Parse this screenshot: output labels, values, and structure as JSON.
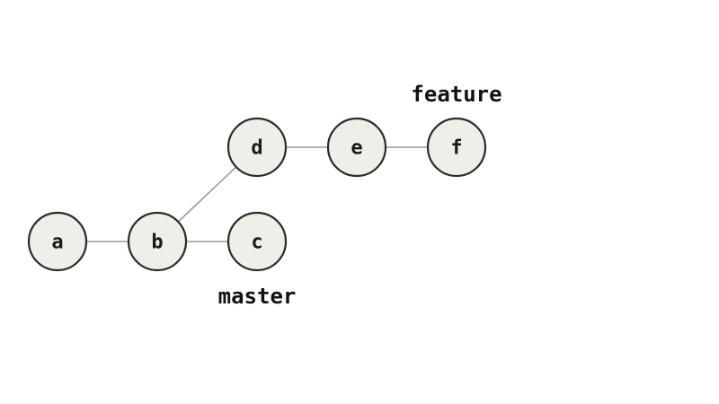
{
  "commits": [
    {
      "id": "a",
      "label": "a"
    },
    {
      "id": "b",
      "label": "b"
    },
    {
      "id": "c",
      "label": "c"
    },
    {
      "id": "d",
      "label": "d"
    },
    {
      "id": "e",
      "label": "e"
    },
    {
      "id": "f",
      "label": "f"
    }
  ],
  "edges": [
    {
      "from": "a",
      "to": "b"
    },
    {
      "from": "b",
      "to": "c"
    },
    {
      "from": "b",
      "to": "d"
    },
    {
      "from": "d",
      "to": "e"
    },
    {
      "from": "e",
      "to": "f"
    }
  ],
  "branches": [
    {
      "name": "master",
      "points_to": "c"
    },
    {
      "name": "feature",
      "points_to": "f"
    }
  ],
  "colors": {
    "node_fill": "#efeee8",
    "node_stroke": "#2b2b2b",
    "edge": "#9a9a9a",
    "text": "#1a1a1a"
  }
}
